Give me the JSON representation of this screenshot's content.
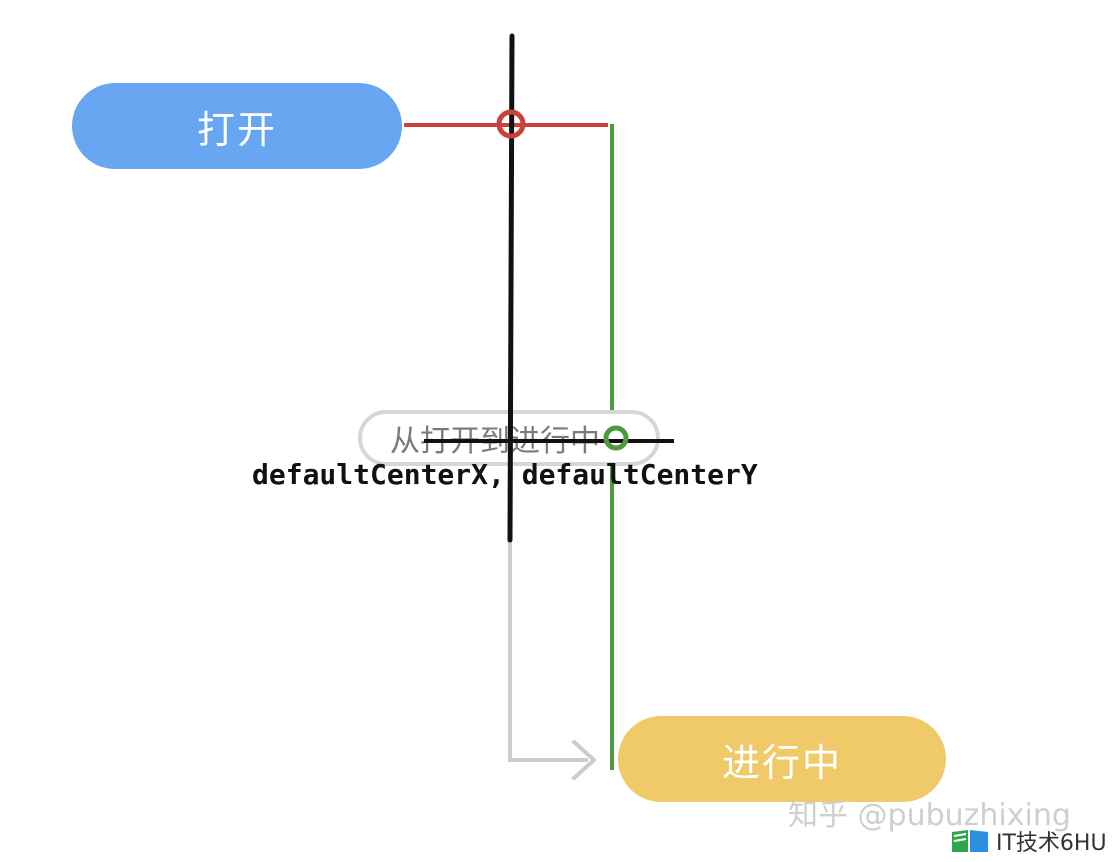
{
  "nodes": {
    "open": "打开",
    "transition": "从打开到进行中",
    "in_progress": "进行中"
  },
  "annotation": {
    "center_coords": "defaultCenterX, defaultCenterY"
  },
  "watermarks": {
    "zhihu": "知乎 @pubuzhixing",
    "site": "IT技术6HU"
  },
  "colors": {
    "open_pill": "#68a6f2",
    "in_progress_pill": "#f0c969",
    "transition_border": "#d6d6d6",
    "red_line": "#c9413a",
    "green_line": "#4e9a3f",
    "black_line": "#111111",
    "gray_arrow": "#cccccc"
  },
  "icons": {
    "site_logo": "book-logo-icon",
    "red_marker": "circle-marker-icon",
    "green_marker": "circle-marker-icon",
    "arrow": "arrow-right-icon"
  }
}
